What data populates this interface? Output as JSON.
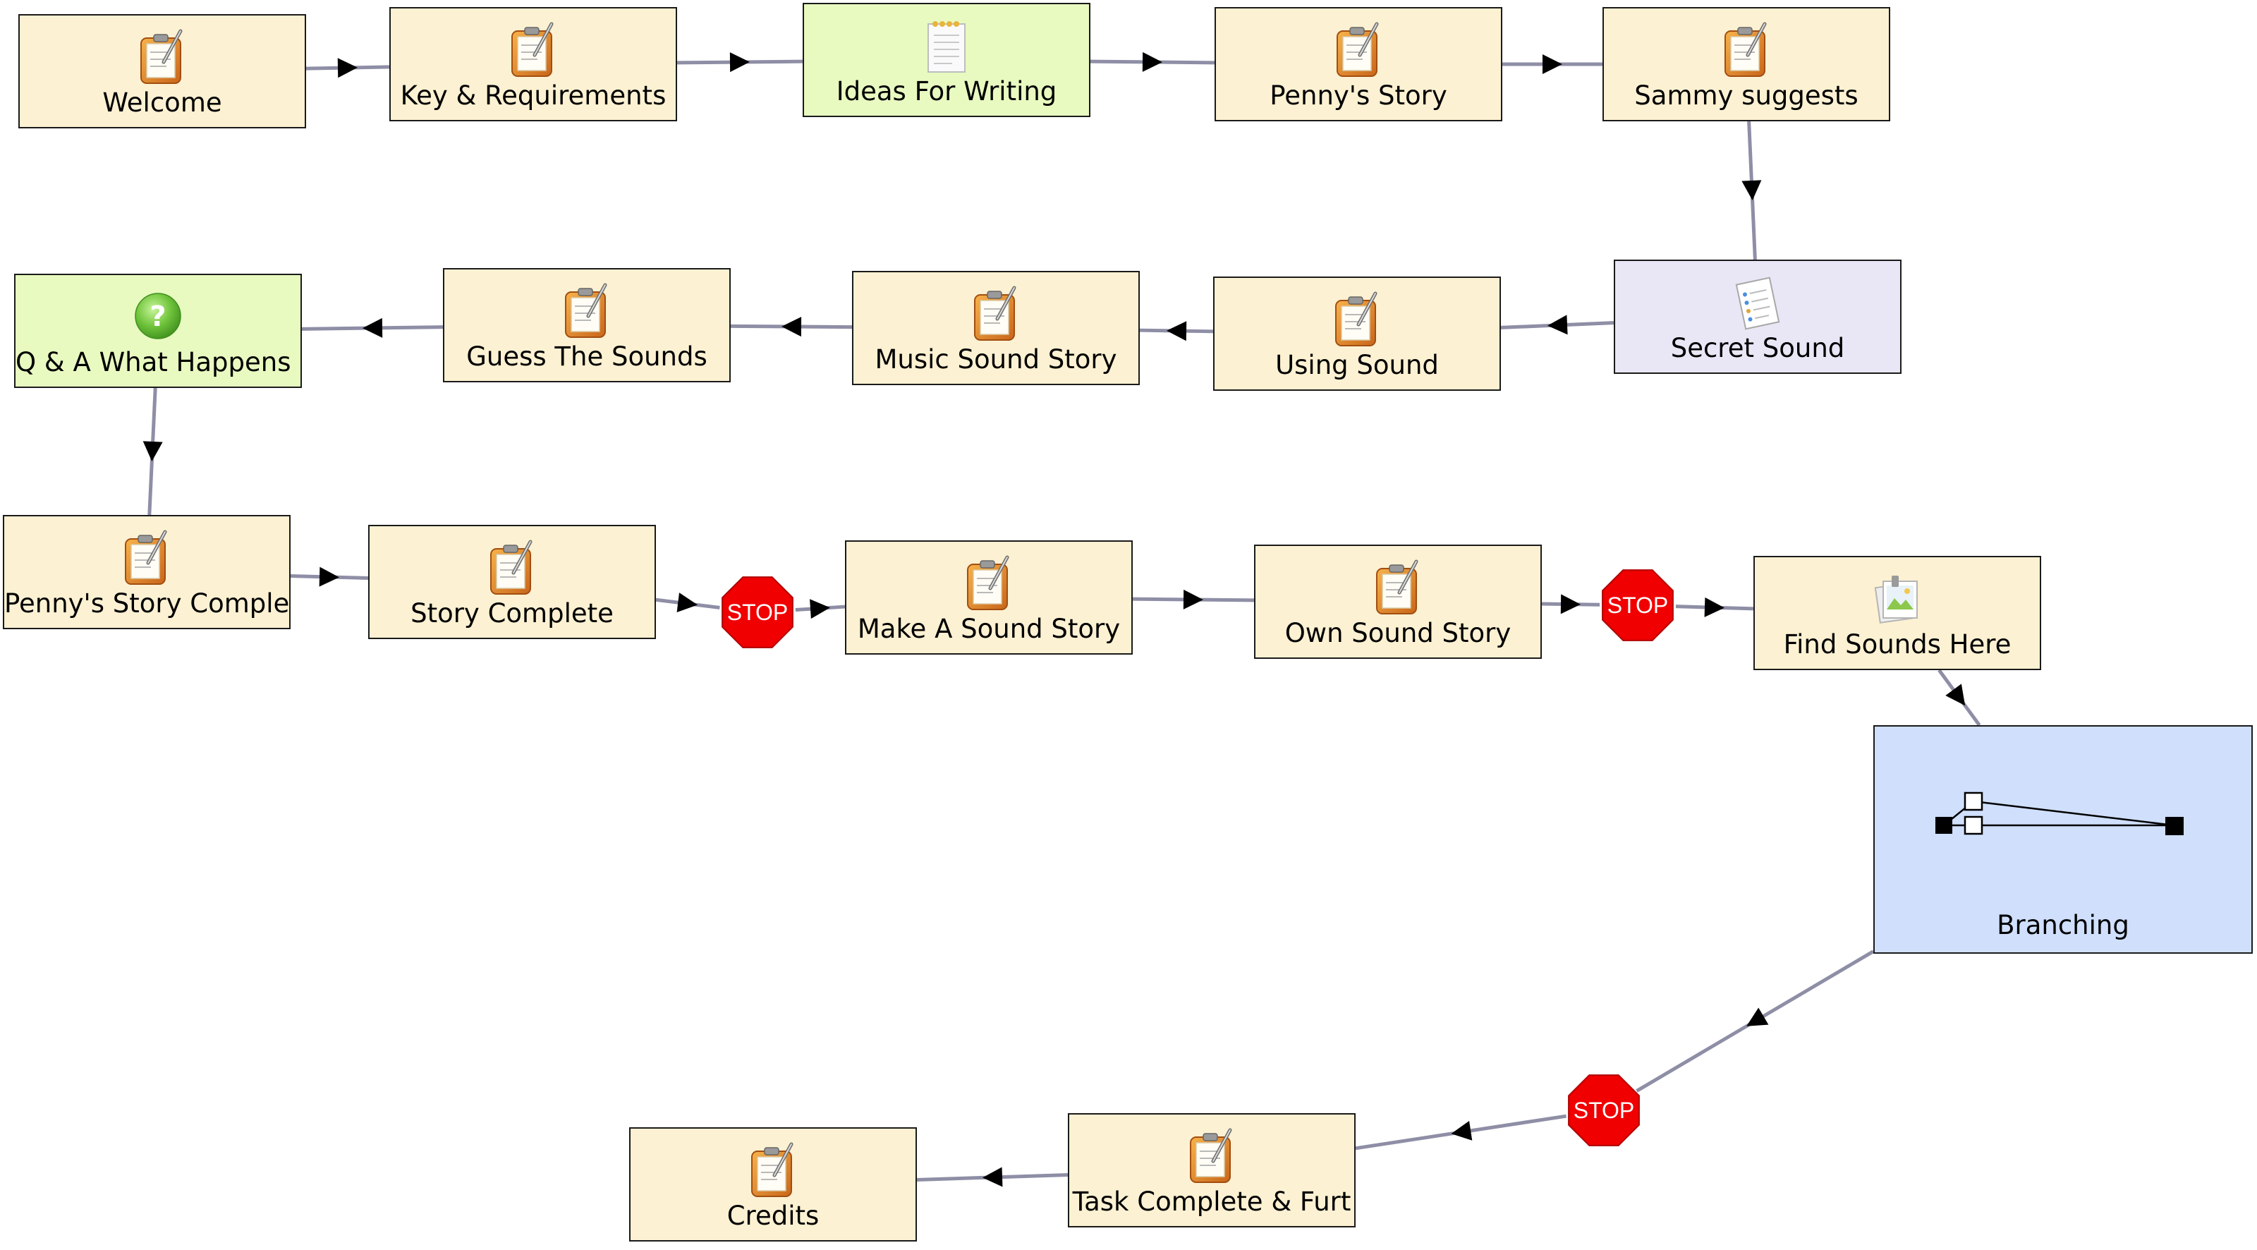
{
  "diagram": {
    "activities": [
      {
        "id": "welcome",
        "label": "Welcome",
        "kind": "activity",
        "icon": "notepad-icon"
      },
      {
        "id": "key",
        "label": "Key & Requirements",
        "kind": "activity",
        "icon": "notepad-icon"
      },
      {
        "id": "ideas",
        "label": "Ideas For Writing",
        "kind": "gate",
        "icon": "notes-page-icon"
      },
      {
        "id": "penny",
        "label": "Penny's Story",
        "kind": "activity",
        "icon": "notepad-icon"
      },
      {
        "id": "sammy",
        "label": "Sammy suggests",
        "kind": "activity",
        "icon": "notepad-icon"
      },
      {
        "id": "secret",
        "label": "Secret Sound",
        "kind": "notebook",
        "icon": "checklist-icon"
      },
      {
        "id": "using",
        "label": "Using Sound",
        "kind": "activity",
        "icon": "notepad-icon"
      },
      {
        "id": "music",
        "label": "Music Sound Story",
        "kind": "activity",
        "icon": "notepad-icon"
      },
      {
        "id": "guess",
        "label": "Guess The Sounds",
        "kind": "activity",
        "icon": "notepad-icon"
      },
      {
        "id": "qa",
        "label": "Q & A What Happens N",
        "kind": "gate",
        "icon": "question-icon"
      },
      {
        "id": "pennycomplete",
        "label": "Penny's Story Comple",
        "kind": "activity",
        "icon": "notepad-icon"
      },
      {
        "id": "storycomplete",
        "label": "Story Complete",
        "kind": "activity",
        "icon": "notepad-icon"
      },
      {
        "id": "make",
        "label": "Make A Sound Story",
        "kind": "activity",
        "icon": "notepad-icon"
      },
      {
        "id": "own",
        "label": "Own Sound Story",
        "kind": "activity",
        "icon": "notepad-icon"
      },
      {
        "id": "find",
        "label": "Find Sounds Here",
        "kind": "activity",
        "icon": "image-gallery-icon"
      },
      {
        "id": "branching",
        "label": "Branching",
        "kind": "branch",
        "icon": "branching-icon"
      },
      {
        "id": "task",
        "label": "Task Complete & Furt",
        "kind": "activity",
        "icon": "notepad-icon"
      },
      {
        "id": "credits",
        "label": "Credits",
        "kind": "activity",
        "icon": "notepad-icon"
      }
    ],
    "stop_gates": [
      {
        "id": "stop1",
        "label": "STOP"
      },
      {
        "id": "stop2",
        "label": "STOP"
      },
      {
        "id": "stop3",
        "label": "STOP"
      }
    ],
    "transitions": [
      [
        "welcome",
        "key"
      ],
      [
        "key",
        "ideas"
      ],
      [
        "ideas",
        "penny"
      ],
      [
        "penny",
        "sammy"
      ],
      [
        "sammy",
        "secret"
      ],
      [
        "secret",
        "using"
      ],
      [
        "using",
        "music"
      ],
      [
        "music",
        "guess"
      ],
      [
        "guess",
        "qa"
      ],
      [
        "qa",
        "pennycomplete"
      ],
      [
        "pennycomplete",
        "storycomplete"
      ],
      [
        "storycomplete",
        "stop1"
      ],
      [
        "stop1",
        "make"
      ],
      [
        "make",
        "own"
      ],
      [
        "own",
        "stop2"
      ],
      [
        "stop2",
        "find"
      ],
      [
        "find",
        "branching"
      ],
      [
        "branching",
        "stop3"
      ],
      [
        "stop3",
        "task"
      ],
      [
        "task",
        "credits"
      ]
    ],
    "colors": {
      "activity": "#fcf1d2",
      "gate": "#e8fac0",
      "notebook": "#e9e7f6",
      "branch": "#cfdffc",
      "edge": "#8e8ea6",
      "stop": "#f00000"
    }
  }
}
